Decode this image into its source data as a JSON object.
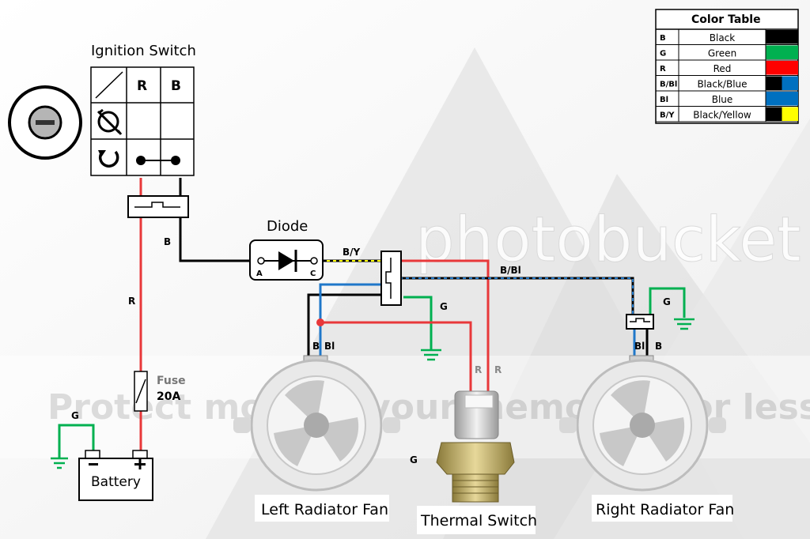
{
  "title_ignition": "Ignition Switch",
  "ignition_table": {
    "col_r": "R",
    "col_b": "B"
  },
  "labels": {
    "diode": "Diode",
    "diode_a": "A",
    "diode_c": "C",
    "fuse": "Fuse",
    "fuse_rating": "20A",
    "battery": "Battery",
    "left_fan": "Left Radiator Fan",
    "thermal_switch": "Thermal Switch",
    "right_fan": "Right Radiator Fan"
  },
  "wire_labels": {
    "b_ignition": "B",
    "r_main": "R",
    "by_diode": "B/Y",
    "bbl_main": "B/Bl",
    "g_connector": "G",
    "b_left": "B",
    "bl_left": "Bl",
    "r_thermal_1": "R",
    "r_thermal_2": "R",
    "g_right": "G",
    "bl_right": "Bl",
    "b_right": "B",
    "g_battery": "G",
    "g_bottom": "G"
  },
  "watermark": {
    "brand": "photobucket",
    "tagline": "Protect more of your memories for less!"
  },
  "color_table": {
    "title": "Color Table",
    "rows": [
      {
        "code": "B",
        "name": "Black",
        "colors": [
          "#000000"
        ]
      },
      {
        "code": "G",
        "name": "Green",
        "colors": [
          "#00b050"
        ]
      },
      {
        "code": "R",
        "name": "Red",
        "colors": [
          "#ff0000"
        ]
      },
      {
        "code": "B/Bl",
        "name": "Black/Blue",
        "colors": [
          "#000000",
          "#0070c0"
        ]
      },
      {
        "code": "Bl",
        "name": "Blue",
        "colors": [
          "#0070c0",
          "#0070c0"
        ]
      },
      {
        "code": "B/Y",
        "name": "Black/Yellow",
        "colors": [
          "#000000",
          "#ffff00"
        ]
      }
    ]
  },
  "wire_colors": {
    "black": "#000000",
    "red": "#e8383a",
    "green": "#00b050",
    "blue": "#1f77c9",
    "yellow": "#ffff00"
  }
}
